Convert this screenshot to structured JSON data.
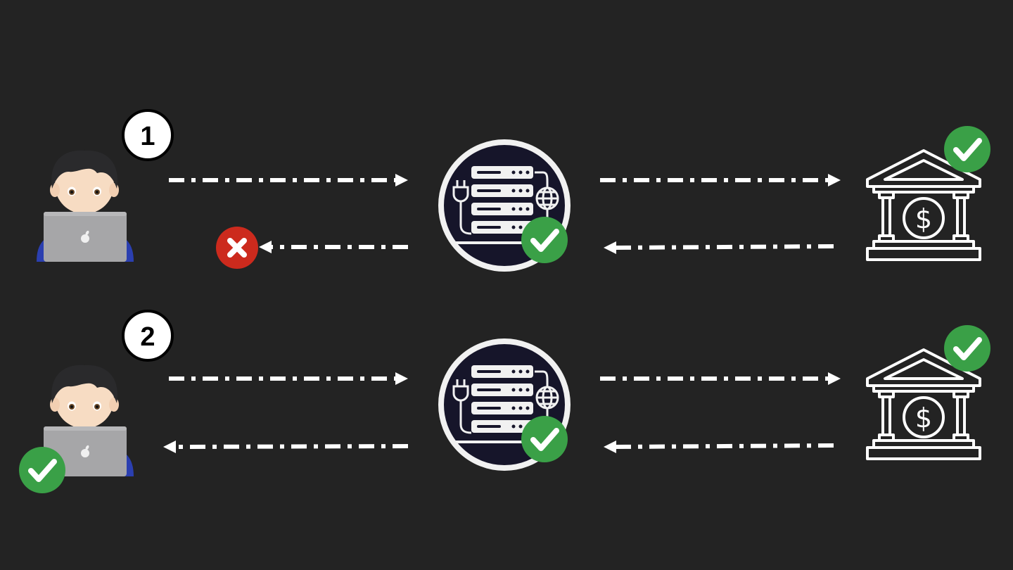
{
  "colors": {
    "background": "#232323",
    "success": "#3aa047",
    "failure": "#cc2a1d",
    "arrow": "#ffffff"
  },
  "scenarios": [
    {
      "step": "1",
      "client_status": "none",
      "request_to_server": "success",
      "request_to_bank": "success",
      "bank_status": "success",
      "response_from_bank": "success",
      "server_status": "success",
      "response_to_client": "failure"
    },
    {
      "step": "2",
      "client_status": "success",
      "request_to_server": "success",
      "request_to_bank": "success",
      "bank_status": "success",
      "response_from_bank": "success",
      "server_status": "success",
      "response_to_client": "success"
    }
  ],
  "icons": {
    "client": "person-with-laptop-icon",
    "server": "server-rack-icon",
    "bank": "bank-building-icon",
    "success": "check-badge-icon",
    "failure": "cross-badge-icon"
  }
}
